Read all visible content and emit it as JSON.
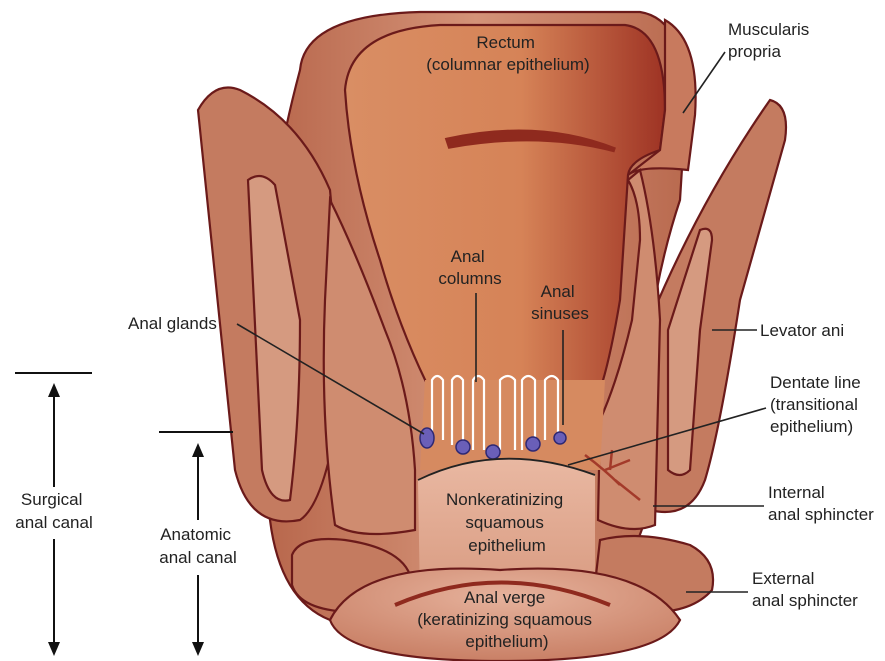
{
  "labels": {
    "rectum": [
      "Rectum",
      "(columnar epithelium)"
    ],
    "muscularis_propria": [
      "Muscularis",
      "propria"
    ],
    "anal_columns": [
      "Anal",
      "columns"
    ],
    "anal_sinuses": [
      "Anal",
      "sinuses"
    ],
    "anal_glands": [
      "Anal glands"
    ],
    "levator_ani": [
      "Levator ani"
    ],
    "dentate_line": [
      "Dentate line",
      "(transitional",
      "epithelium)"
    ],
    "internal_sphincter": [
      "Internal",
      "anal sphincter"
    ],
    "nonkeratinizing": [
      "Nonkeratinizing",
      "squamous",
      "epithelium"
    ],
    "external_sphincter": [
      "External",
      "anal sphincter"
    ],
    "anal_verge": [
      "Anal verge",
      "(keratinizing squamous",
      "epithelium)"
    ],
    "surgical_canal": [
      "Surgical",
      "anal canal"
    ],
    "anatomic_canal": [
      "Anatomic",
      "anal canal"
    ]
  },
  "colors": {
    "muscle": "#c87f62",
    "muscle_light": "#d9a08a",
    "lumen": "#d68a60",
    "lumen_dark": "#a33a2a",
    "outline": "#6b1a1a",
    "gland": "#6a5fb8"
  }
}
